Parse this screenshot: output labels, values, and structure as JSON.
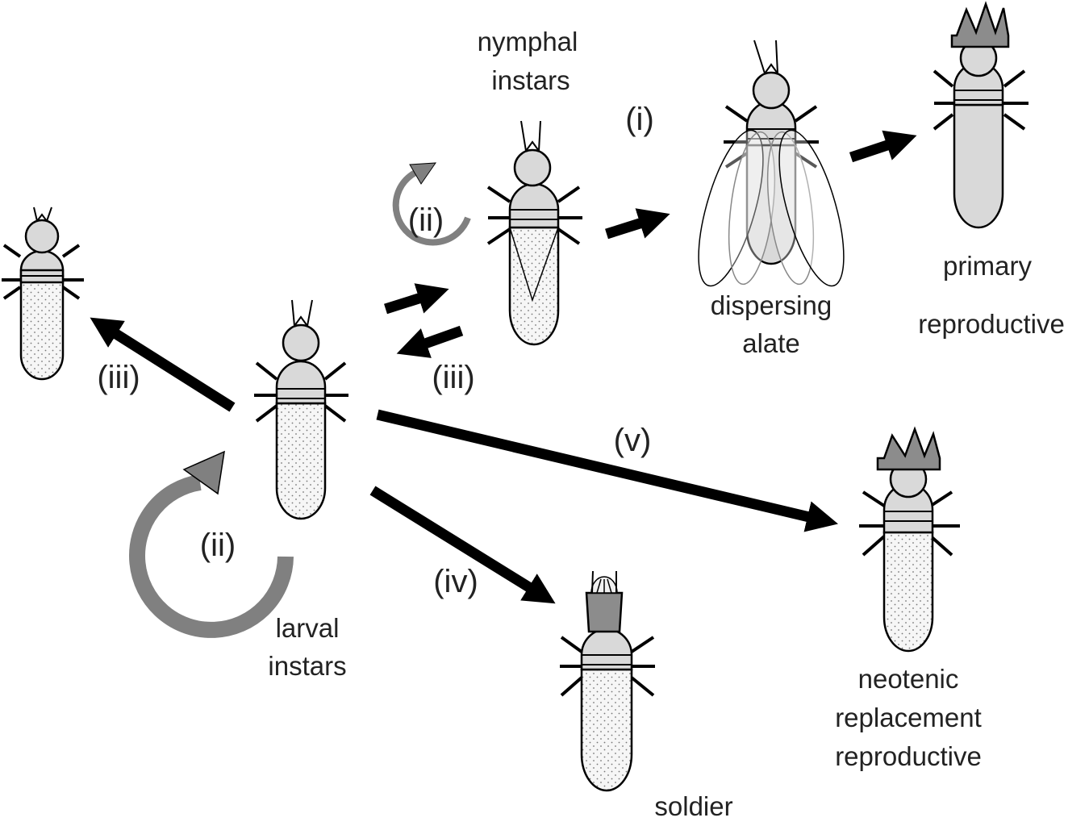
{
  "labels": {
    "nymphal_1": "nymphal",
    "nymphal_2": "instars",
    "dispersing_1": "dispersing",
    "dispersing_2": "alate",
    "primary_1": "primary",
    "primary_2": "reproductive",
    "larval_1": "larval",
    "larval_2": "instars",
    "soldier": "soldier",
    "neotenic_1": "neotenic",
    "neotenic_2": "replacement",
    "neotenic_3": "reproductive"
  },
  "pathways": {
    "i": "(i)",
    "ii_nymph": "(ii)",
    "ii_larva": "(ii)",
    "iii_left": "(iii)",
    "iii_mid": "(iii)",
    "iv": "(iv)",
    "v": "(v)"
  },
  "colors": {
    "body_fill": "#d9d9d9",
    "abdomen_fill": "#f6f6f6",
    "crown_fill": "#8c8c8c",
    "cycle_arrow": "#808080",
    "arrow": "#000000",
    "outline": "#000000"
  }
}
